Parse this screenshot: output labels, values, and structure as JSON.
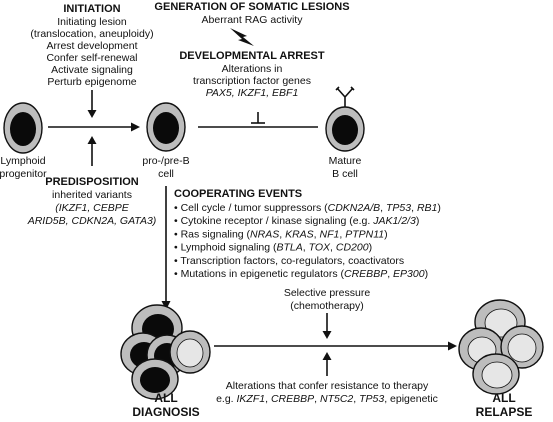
{
  "initiation": {
    "title": "INITIATION",
    "lines": [
      "Initiating lesion",
      "(translocation, aneuploidy)",
      "Arrest development",
      "Confer self-renewal",
      "Activate signaling",
      "Perturb epigenome"
    ]
  },
  "somatic": {
    "title": "GENERATION OF SOMATIC LESIONS",
    "line": "Aberrant RAG activity"
  },
  "arrest": {
    "title": "DEVELOPMENTAL ARREST",
    "lines": [
      "Alterations in",
      "transcription factor genes"
    ],
    "genes": "PAX5, IKZF1, EBF1"
  },
  "cells": {
    "progenitor": [
      "Lymphoid",
      "progenitor"
    ],
    "preb": [
      "pro-/pre-B",
      "cell"
    ],
    "mature": [
      "Mature",
      "B cell"
    ]
  },
  "predisposition": {
    "title": "PREDISPOSITION",
    "line1": "inherited variants",
    "line2": "(IKZF1, CEBPE",
    "line3": "ARID5B, CDKN2A, GATA3)"
  },
  "cooperating": {
    "title": "COOPERATING EVENTS",
    "items": [
      [
        {
          "t": "• Cell cycle / tumor suppressors ("
        },
        {
          "t": "CDKN2A/B",
          "i": true
        },
        {
          "t": ", "
        },
        {
          "t": "TP53",
          "i": true
        },
        {
          "t": ", "
        },
        {
          "t": "RB1",
          "i": true
        },
        {
          "t": ")"
        }
      ],
      [
        {
          "t": "• Cytokine receptor / kinase signaling (e.g. "
        },
        {
          "t": "JAK1/2/3",
          "i": true
        },
        {
          "t": ")"
        }
      ],
      [
        {
          "t": "• Ras signaling ("
        },
        {
          "t": "NRAS",
          "i": true
        },
        {
          "t": ", "
        },
        {
          "t": "KRAS",
          "i": true
        },
        {
          "t": ", "
        },
        {
          "t": "NF1",
          "i": true
        },
        {
          "t": ", "
        },
        {
          "t": "PTPN11",
          "i": true
        },
        {
          "t": ")"
        }
      ],
      [
        {
          "t": "• Lymphoid signaling ("
        },
        {
          "t": "BTLA",
          "i": true
        },
        {
          "t": ", "
        },
        {
          "t": "TOX",
          "i": true
        },
        {
          "t": ", "
        },
        {
          "t": "CD200",
          "i": true
        },
        {
          "t": ")"
        }
      ],
      [
        {
          "t": "• Transcription factors, co-regulators, coactivators"
        }
      ],
      [
        {
          "t": "• Mutations in epigenetic regulators ("
        },
        {
          "t": "CREBBP",
          "i": true
        },
        {
          "t": ", "
        },
        {
          "t": "EP300",
          "i": true
        },
        {
          "t": ")"
        }
      ]
    ]
  },
  "selective": {
    "lines": [
      "Selective pressure",
      "(chemotherapy)"
    ]
  },
  "resistance": {
    "line1": "Alterations that confer resistance to therapy",
    "line2": [
      {
        "t": "e.g. "
      },
      {
        "t": "IKZF1",
        "i": true
      },
      {
        "t": ", "
      },
      {
        "t": "CREBBP",
        "i": true
      },
      {
        "t": ", "
      },
      {
        "t": "NT5C2",
        "i": true
      },
      {
        "t": ", "
      },
      {
        "t": "TP53",
        "i": true
      },
      {
        "t": ", epigenetic"
      }
    ]
  },
  "diagnosis": [
    "ALL",
    "DIAGNOSIS"
  ],
  "relapse": [
    "ALL",
    "RELAPSE"
  ],
  "colors": {
    "outer": "#bdbdbd",
    "nucleus_dark": "#0a0a0a",
    "nucleus_light": "#e6e6e6",
    "line": "#111111"
  }
}
